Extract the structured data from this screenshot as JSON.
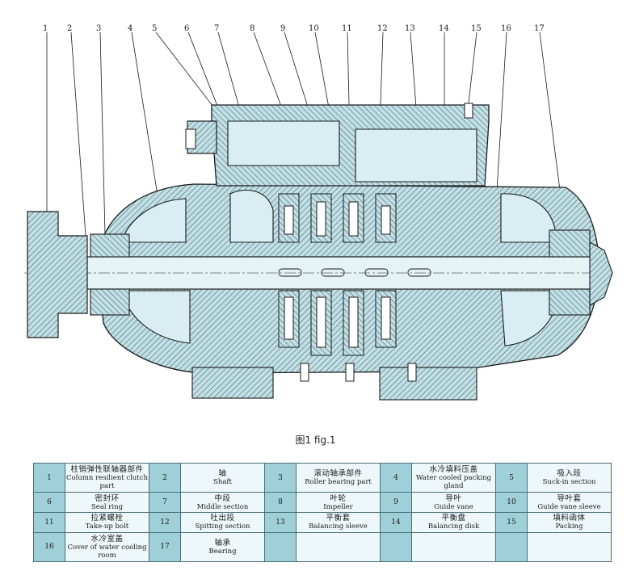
{
  "figure": {
    "caption": "图1  fig.1",
    "callouts": [
      "1",
      "2",
      "3",
      "4",
      "5",
      "6",
      "7",
      "8",
      "9",
      "10",
      "11",
      "12",
      "13",
      "14",
      "15",
      "16",
      "17"
    ]
  },
  "legend": [
    {
      "num": "1",
      "zh": "柱销弹性联轴器部件",
      "en": "Column resilient clutch part"
    },
    {
      "num": "2",
      "zh": "轴",
      "en": "Shaft"
    },
    {
      "num": "3",
      "zh": "滚动轴承部件",
      "en": "Roller bearing part"
    },
    {
      "num": "4",
      "zh": "水冷填料压盖",
      "en": "Water cooled packing gland"
    },
    {
      "num": "5",
      "zh": "吸入段",
      "en": "Suck-in section"
    },
    {
      "num": "6",
      "zh": "密封环",
      "en": "Seal ring"
    },
    {
      "num": "7",
      "zh": "中段",
      "en": "Middle section"
    },
    {
      "num": "8",
      "zh": "叶轮",
      "en": "Impeller"
    },
    {
      "num": "9",
      "zh": "导叶",
      "en": "Guide vane"
    },
    {
      "num": "10",
      "zh": "导叶套",
      "en": "Guide vane sleeve"
    },
    {
      "num": "11",
      "zh": "拉紧螺栓",
      "en": "Take-up bolt"
    },
    {
      "num": "12",
      "zh": "吐出段",
      "en": "Spitting section"
    },
    {
      "num": "13",
      "zh": "平衡套",
      "en": "Balancing sleeve"
    },
    {
      "num": "14",
      "zh": "平衡盘",
      "en": "Balancing disk"
    },
    {
      "num": "15",
      "zh": "填料函体",
      "en": "Packing"
    },
    {
      "num": "16",
      "zh": "水冷室盖",
      "en": "Cover of water cooling room"
    },
    {
      "num": "17",
      "zh": "轴承",
      "en": "Bearing"
    }
  ],
  "colors": {
    "table_header": "#9fd0d9",
    "table_cell": "#eef7f9",
    "drawing_fill": "#bfe0e6",
    "line": "#1a1a1a"
  }
}
